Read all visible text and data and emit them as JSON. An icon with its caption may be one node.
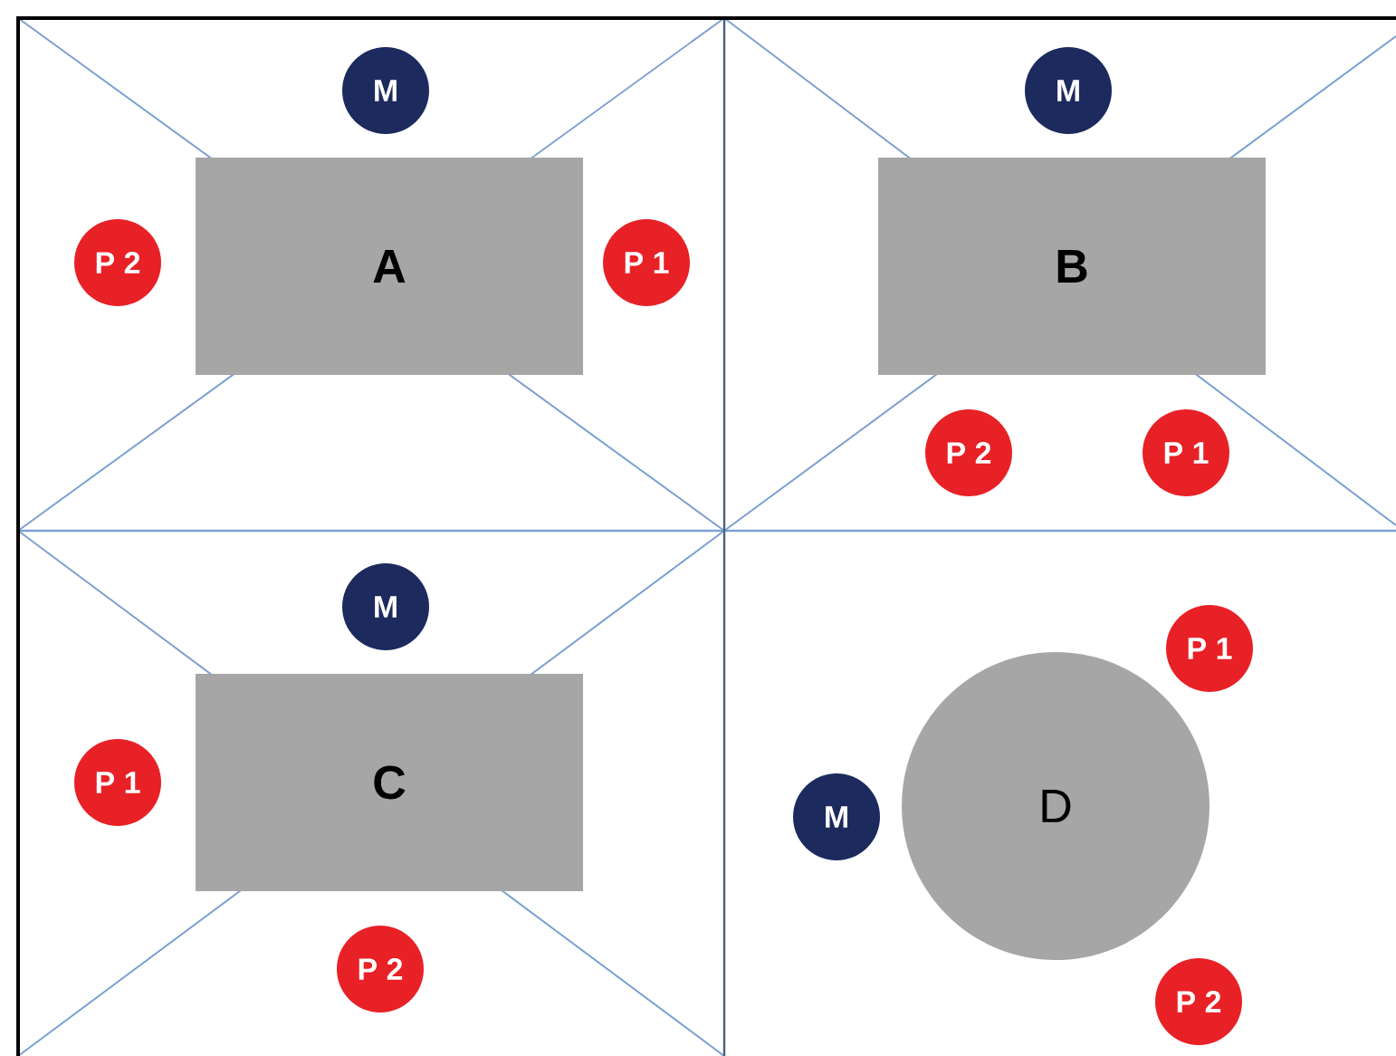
{
  "diagram": {
    "nodes": [
      {
        "text": [
          "M"
        ]
      },
      {
        "text": [
          "P 2"
        ]
      },
      {
        "text": [
          "A"
        ]
      },
      {
        "text": [
          "P 1"
        ]
      },
      {
        "text": [
          "M"
        ]
      },
      {
        "text": [
          "B"
        ]
      },
      {
        "text": [
          "P 2"
        ]
      },
      {
        "text": [
          "P 1"
        ]
      },
      {
        "text": [
          "M"
        ]
      },
      {
        "text": [
          "P 1"
        ]
      },
      {
        "text": [
          "C"
        ]
      },
      {
        "text": [
          "P 2"
        ]
      },
      {
        "text": [
          "P 1"
        ]
      },
      {
        "text": [
          "M"
        ]
      },
      {
        "text": [
          "D"
        ]
      },
      {
        "text": [
          "P 2"
        ]
      }
    ]
  }
}
